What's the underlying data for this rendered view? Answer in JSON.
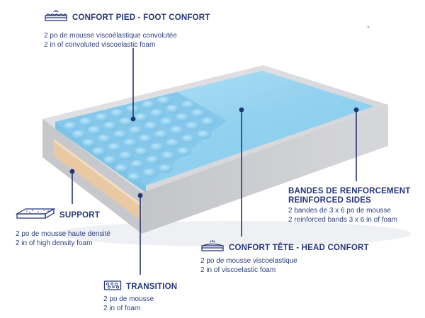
{
  "callouts": {
    "foot": {
      "title": "CONFORT PIED - FOOT CONFORT",
      "line_fr": "2 po de mousse viscoélastique convolutée",
      "line_en": "2 in of convoluted viscoelastic foam",
      "icon": "convoluted-foam-icon"
    },
    "reinforced": {
      "title_line1": "BANDES DE RENFORCEMENT",
      "title_line2": "REINFORCED SIDES",
      "line_fr": "2 bandes de 3 x 6 po de mousse",
      "line_en": "2 reinforced bands 3 x 6 in of foam"
    },
    "support": {
      "title": "SUPPORT",
      "line_fr": "2 po de mousse haute densité",
      "line_en": "2 in of high density foam",
      "icon": "support-foam-icon"
    },
    "head": {
      "title": "CONFORT TÊTE - HEAD CONFORT",
      "line_fr": "2 po de mousse viscoelastique",
      "line_en": "2 in of viscoelastic foam",
      "icon": "head-foam-icon"
    },
    "transition": {
      "title": "TRANSITION",
      "line_fr": "2 po de mousse",
      "line_en": "2 in of foam",
      "icon": "transition-foam-icon"
    }
  },
  "colors": {
    "text": "#25357a",
    "leader": "#24346f",
    "mattress_side": "#c9cacd",
    "mattress_top": "#dcdde0",
    "blue_foam": "#8ed0ef",
    "blue_foam_light": "#b3e0f5",
    "transition_foam": "#e9c9a4",
    "transition_foam_dark": "#d4a67a"
  }
}
